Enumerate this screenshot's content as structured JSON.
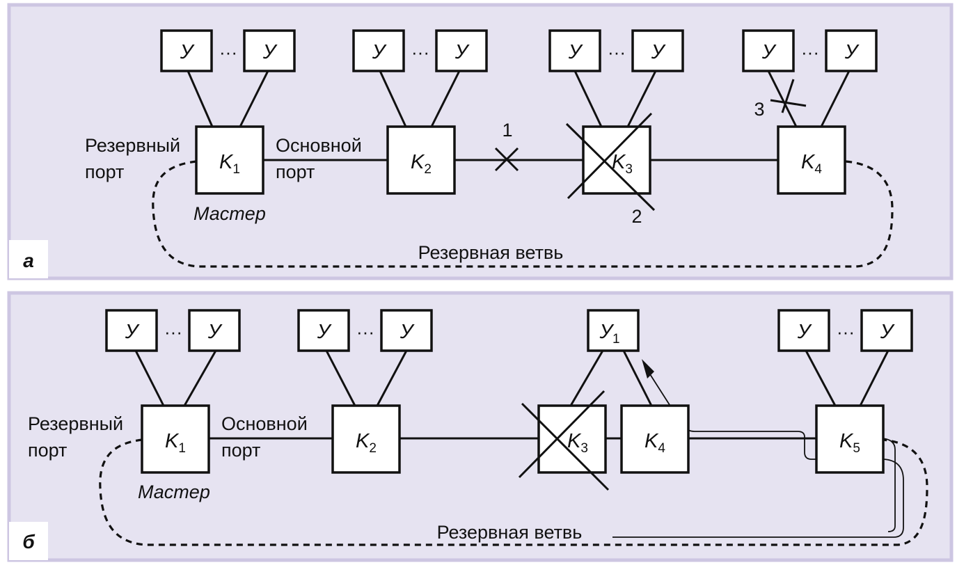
{
  "panels": [
    {
      "letter": "а",
      "unit": "У",
      "ellipsis": "···",
      "labels": {
        "reserve_port": [
          "Резервный",
          "порт"
        ],
        "main_port": [
          "Основной",
          "порт"
        ],
        "master": "Мастер",
        "reserve_branch": "Резервная ветвь",
        "fault_1": "1",
        "fault_2": "2",
        "fault_3": "3"
      },
      "switches": [
        {
          "base": "K",
          "sub": "1"
        },
        {
          "base": "K",
          "sub": "2"
        },
        {
          "base": "K",
          "sub": "3"
        },
        {
          "base": "K",
          "sub": "4"
        }
      ]
    },
    {
      "letter": "б",
      "unit": "У",
      "unit_special": {
        "base": "У",
        "sub": "1"
      },
      "ellipsis": "···",
      "labels": {
        "reserve_port": [
          "Резервный",
          "порт"
        ],
        "main_port": [
          "Основной",
          "порт"
        ],
        "master": "Мастер",
        "reserve_branch": "Резервная ветвь"
      },
      "switches": [
        {
          "base": "K",
          "sub": "1"
        },
        {
          "base": "K",
          "sub": "2"
        },
        {
          "base": "K",
          "sub": "3"
        },
        {
          "base": "K",
          "sub": "4"
        },
        {
          "base": "K",
          "sub": "5"
        }
      ]
    }
  ],
  "colors": {
    "panel_bg": "#e6e3f1",
    "panel_border": "#cdc6e2",
    "stroke": "#111111",
    "box_fill": "#ffffff"
  }
}
